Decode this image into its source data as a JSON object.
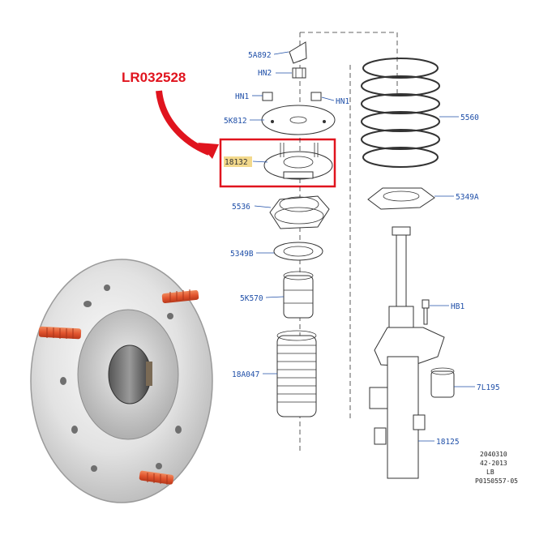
{
  "callout": {
    "part_number": "LR032528",
    "highlighted_label": "18132",
    "highlight_color": "#e0141e"
  },
  "parts": {
    "p5A892": "5A892",
    "pHN2": "HN2",
    "pHN1_left": "HN1",
    "pHN1_right": "HN1",
    "p5K812": "5K812",
    "p5536": "5536",
    "p5349B": "5349B",
    "p5K570": "5K570",
    "p18A047": "18A047",
    "p5560": "5560",
    "p5349A": "5349A",
    "pHB1": "HB1",
    "p7L195": "7L195",
    "p18125": "18125"
  },
  "reference": {
    "line1": "2040310",
    "line2": "42-2013",
    "line3": "LB",
    "line4": "P0150557-05"
  },
  "colors": {
    "label_blue": "#1f4fa8",
    "callout_red": "#e0141e",
    "stud_orange": "#e2552f"
  }
}
